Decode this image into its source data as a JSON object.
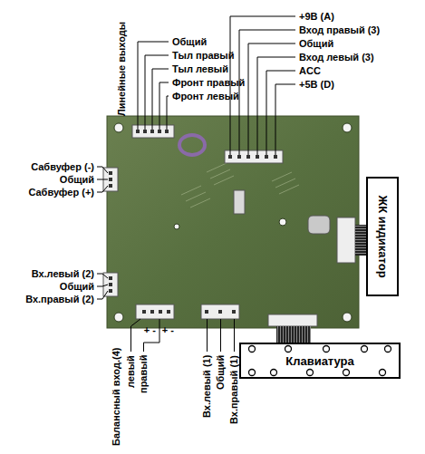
{
  "diagram": {
    "nodes": [
      {
        "text": [
          "ЖК индикатор"
        ]
      },
      {
        "text": [
          "Клавиатура"
        ]
      }
    ],
    "labels": [
      "Линейные выходы",
      "Общий",
      "Тыл правый",
      "Тыл левый",
      "Фронт правый",
      "Фронт левый",
      "+9В (А)",
      "Вход правый (3)",
      "Общий",
      "Вход левый (3)",
      "ACC",
      "+5В (D)",
      "Сабвуфер (-)",
      "Общий",
      "Сабвуфер (+)",
      "Вх.левый (2)",
      "Общий",
      "Вх.правый (2)",
      "Балансный вход.(4)",
      "левый",
      "правый",
      "+",
      "-",
      "+",
      "-",
      "Вх.левый (1)",
      "Общий",
      "Вх.правый (1)"
    ]
  }
}
